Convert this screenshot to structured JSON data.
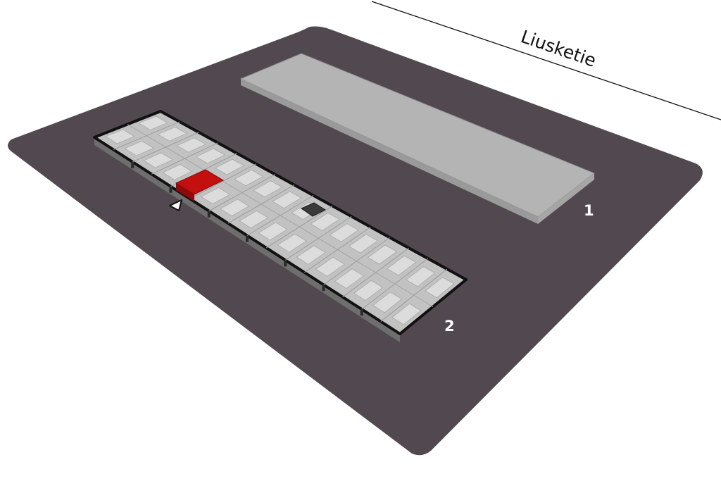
{
  "street": {
    "name": "Liusketie"
  },
  "buildings": [
    {
      "label": "1"
    },
    {
      "label": "2"
    }
  ],
  "highlight": {
    "color": "#c40f0f"
  },
  "colors": {
    "plot": "#514850",
    "building": "#b2b2b2",
    "building_side": "#8e8e8e",
    "outline": "#111111",
    "highlight": "#c40f0f"
  },
  "icons": {
    "entrance": "entrance-triangle-icon"
  }
}
